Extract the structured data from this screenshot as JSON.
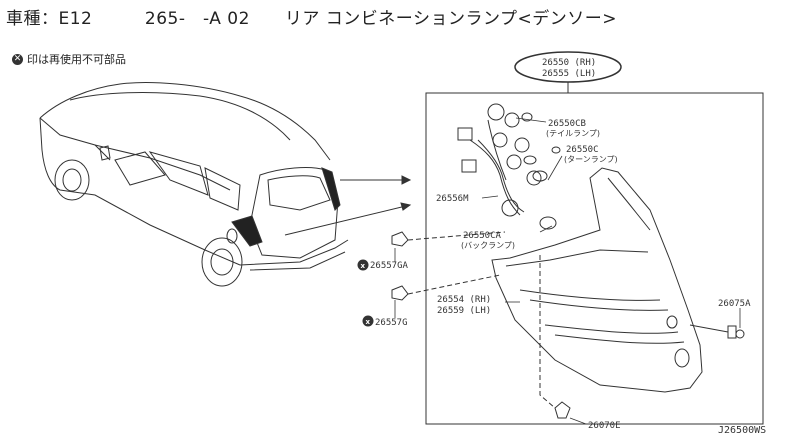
{
  "header": {
    "vehicle_label": "車種：E12",
    "part_code": "265-　-A 02",
    "part_name": "リア コンビネーションランプ<デンソー>"
  },
  "note": {
    "text": "印は再使用不可部品"
  },
  "callouts": {
    "assembly_rh": "26550 (RH)",
    "assembly_lh": "26555 (LH)",
    "tail_bulb_code": "26550CB",
    "tail_bulb_name": "(テイルランプ)",
    "turn_bulb_code": "26550C",
    "turn_bulb_name": "(ターンランプ)",
    "harness": "26556M",
    "backup_bulb_code": "26550CA",
    "backup_bulb_name": "(バックランプ)",
    "clip_ga": "26557GA",
    "clip_g": "26557G",
    "lens_rh": "26554 (RH)",
    "lens_lh": "26559 (LH)",
    "screw": "26075A",
    "clip_bottom": "26070E"
  },
  "figure_id": "J26500WS"
}
